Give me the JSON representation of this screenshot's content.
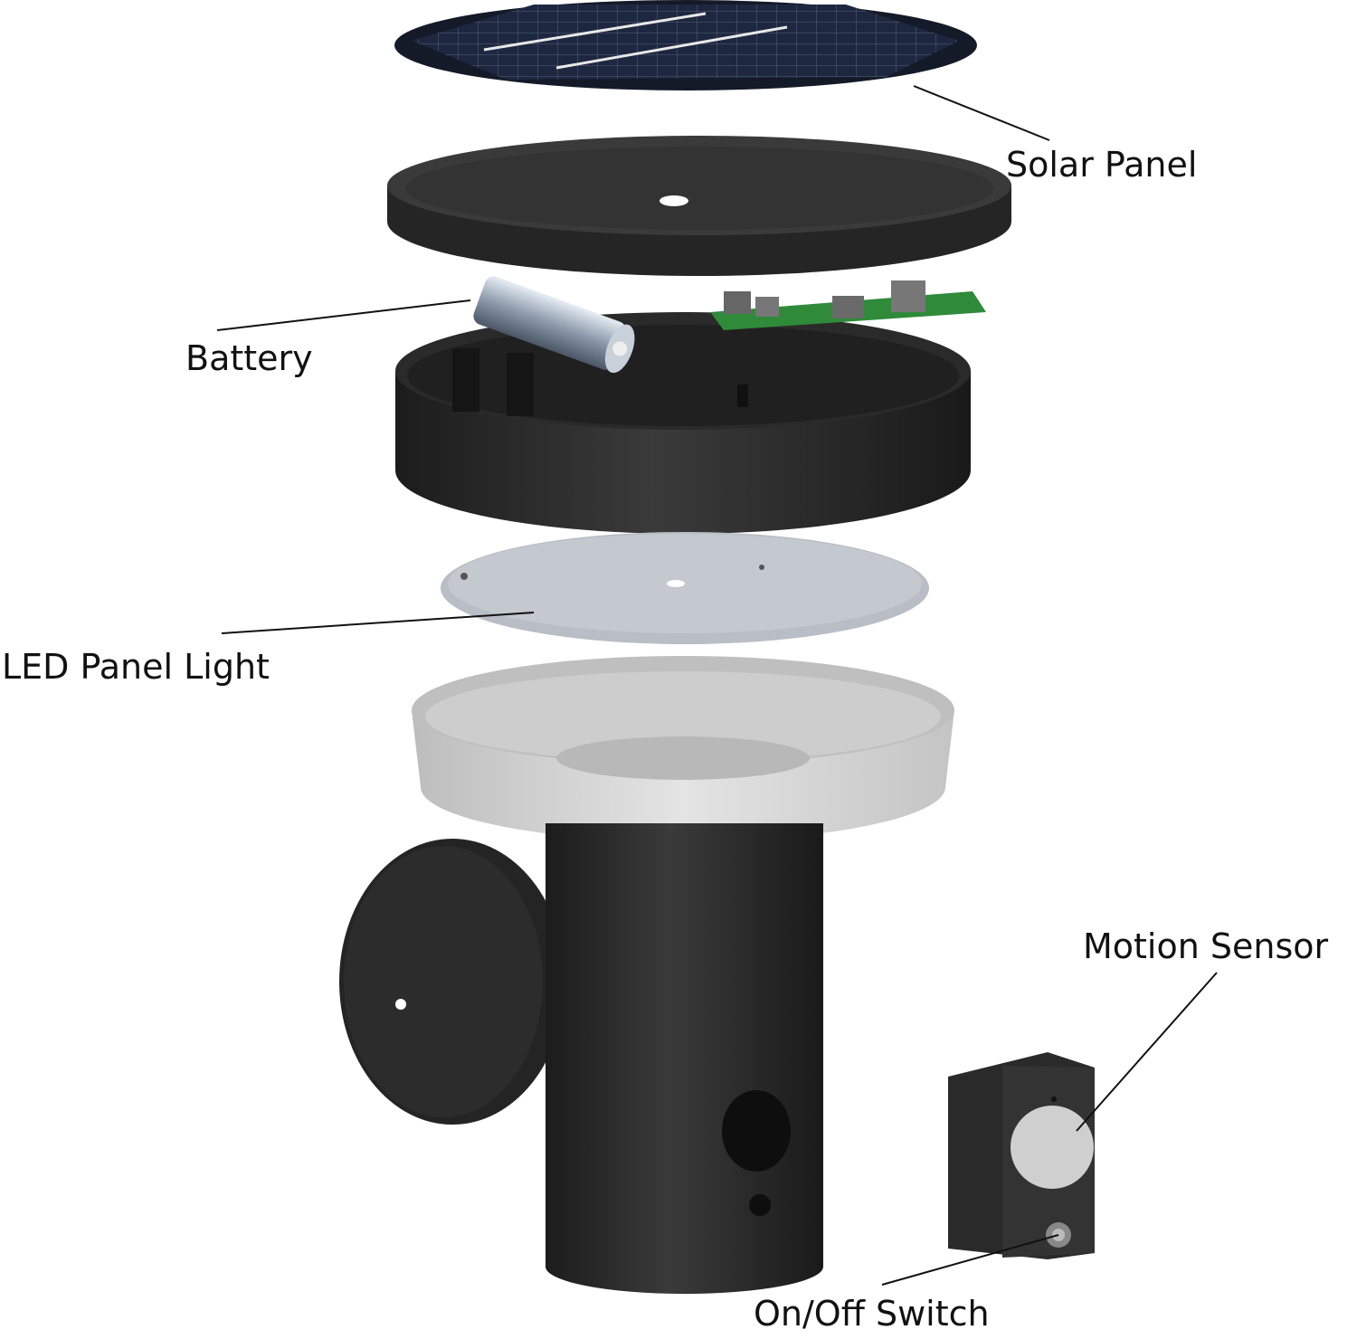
{
  "labels": {
    "solar_panel": "Solar Panel",
    "battery": "Battery",
    "led_panel_light": "LED Panel Light",
    "motion_sensor": "Motion Sensor",
    "on_off_switch": "On/Off Switch"
  },
  "colors": {
    "solar": "#1b2233",
    "housing": "#2b2b2b",
    "led_panel": "#b9bdc5",
    "reflector": "#d9d9d9",
    "pcb": "#2f8a3a"
  }
}
